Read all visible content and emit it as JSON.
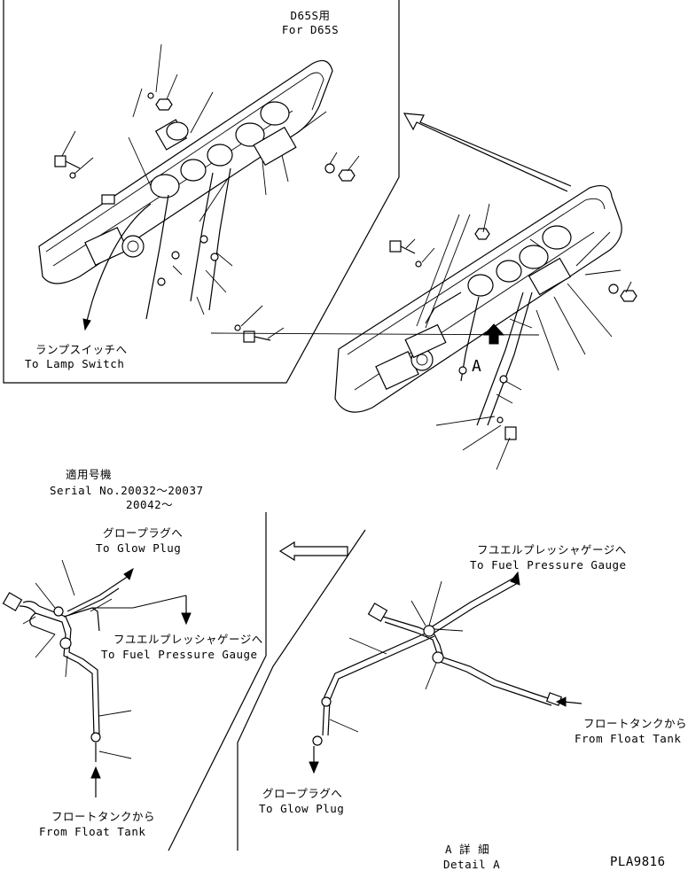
{
  "inset": {
    "model_jp": "D65S用",
    "model_en": "For D65S",
    "lamp_jp": "ランプスイッチへ",
    "lamp_en": "To Lamp Switch"
  },
  "main": {
    "callout": "A"
  },
  "serial": {
    "title_jp": "適用号機",
    "line1": "Serial No.20032～20037",
    "line2": "20042～"
  },
  "left_detail": {
    "glow_jp": "グロープラグへ",
    "glow_en": "To Glow Plug",
    "fuel_jp": "フユエルプレッシャゲージへ",
    "fuel_en": "To Fuel Pressure Gauge",
    "float_jp": "フロートタンクから",
    "float_en": "From Float Tank"
  },
  "right_detail": {
    "fuel_jp": "フユエルプレッシャゲージへ",
    "fuel_en": "To Fuel Pressure Gauge",
    "float_jp": "フロートタンクから",
    "float_en": "From Float Tank",
    "glow_jp": "グロープラグへ",
    "glow_en": "To Glow Plug"
  },
  "detail": {
    "title_jp": "A 詳 細",
    "title_en": "Detail A"
  },
  "drawing_number": "PLA9816",
  "icons": [
    "leader-arrow-icon",
    "view-arrow-icon",
    "direction-arrow-icon"
  ]
}
